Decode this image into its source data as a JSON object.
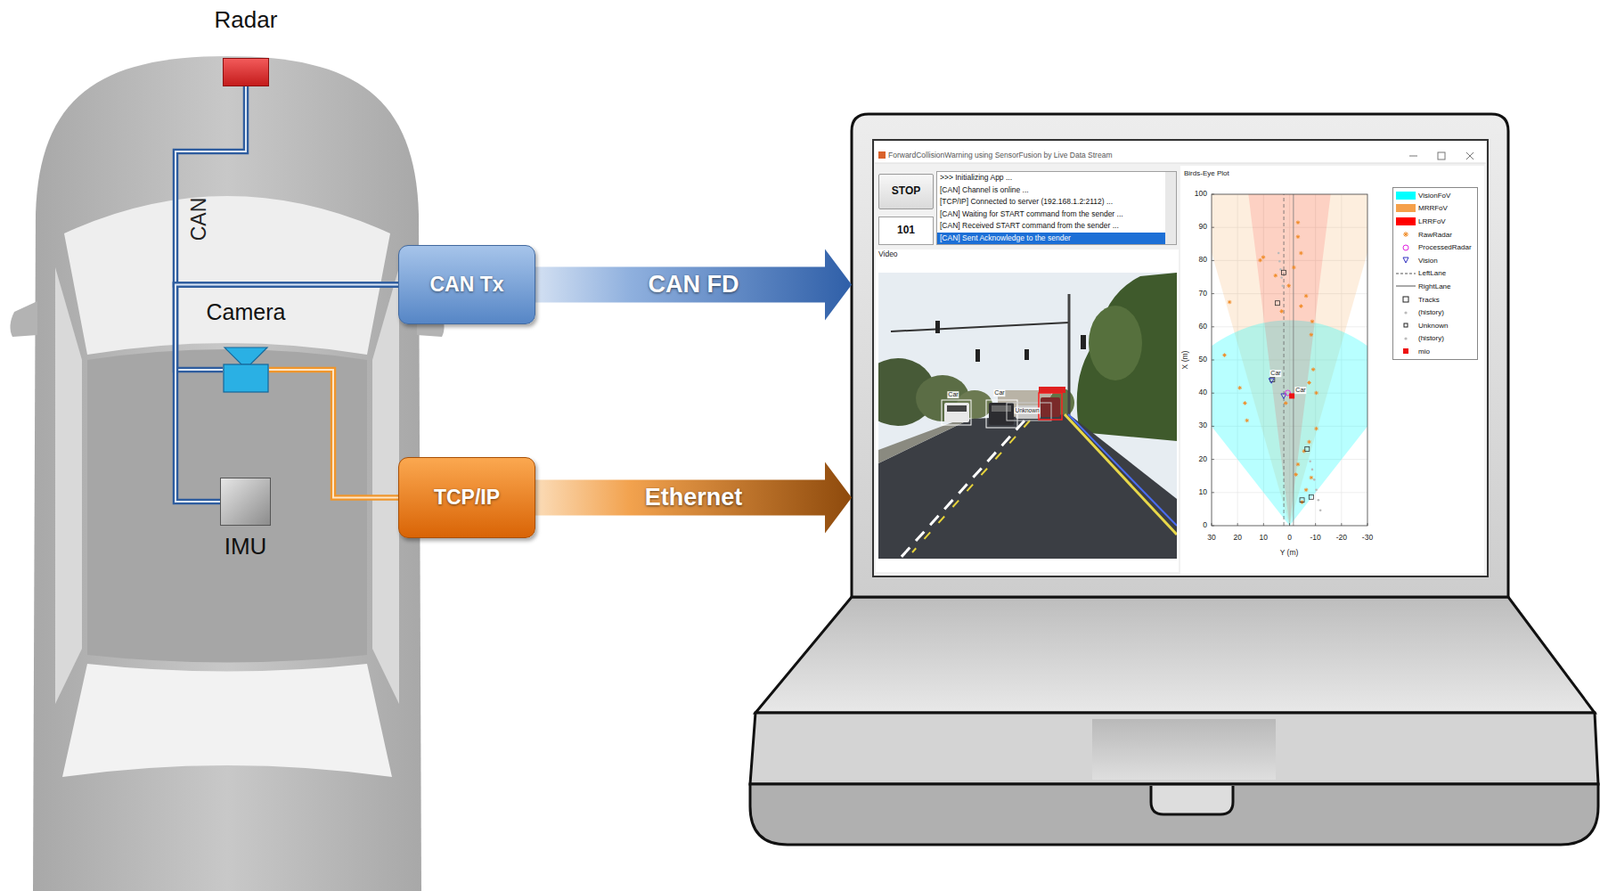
{
  "diagram": {
    "nodes": [
      {
        "text": [
          "Radar"
        ]
      },
      {
        "text": [
          "Camera"
        ]
      },
      {
        "text": [
          "IMU"
        ]
      },
      {
        "text": [
          "CAN Tx"
        ]
      },
      {
        "text": [
          "TCP/IP"
        ]
      },
      {
        "text": [
          "ForwardCollisionWarning using SensorFusion by Live Data Stream"
        ]
      },
      {
        "text": [
          "STOP"
        ],
        "in": 5
      },
      {
        "text": [
          "101"
        ],
        "in": 5
      },
      {
        "text": [
          ">>> Initializing App ...",
          "[CAN] Channel is online ...",
          "[TCP/IP] Connected to server (192.168.1.2:2112) ...",
          "[CAN] Waiting for START command from the sender ...",
          "[CAN] Received START command from the sender ...",
          "[CAN] Sent Acknowledge to the sender"
        ],
        "in": 5
      }
    ],
    "edges": [
      {
        "from": 0,
        "to": 3,
        "arrow": "none",
        "label": "CAN"
      },
      {
        "from": 1,
        "to": 3,
        "arrow": "none"
      },
      {
        "from": 2,
        "to": 3,
        "arrow": "none"
      },
      {
        "from": 1,
        "to": 4,
        "arrow": "none"
      },
      {
        "from": 3,
        "to": 5,
        "arrow": "to",
        "label": "CAN FD"
      },
      {
        "from": 4,
        "to": 5,
        "arrow": "to",
        "label": "Ethernet"
      }
    ],
    "labels": [
      "Video",
      "Car",
      "Car",
      "Unknown",
      "Birds-Eye Plot",
      "100",
      "90",
      "80",
      "70",
      "60",
      "50",
      "40",
      "30",
      "20",
      "10",
      "0",
      "X (m)",
      "30",
      "20",
      "10",
      "0",
      "-10",
      "-20",
      "-30",
      "Y (m)",
      "Car",
      "Car"
    ],
    "legend": [
      {
        "text": "VisionFoV",
        "color": "#00ffff"
      },
      {
        "text": "MRRFoV",
        "color": "#f5a04a"
      },
      {
        "text": "LRRFoV",
        "color": "#ff0000"
      },
      {
        "text": "RawRadar"
      },
      {
        "text": "ProcessedRadar"
      },
      {
        "text": "Vision"
      },
      {
        "text": "LeftLane"
      },
      {
        "text": "RightLane"
      },
      {
        "text": "Tracks"
      },
      {
        "text": "(history)"
      },
      {
        "text": "Unknown"
      },
      {
        "text": "(history)"
      },
      {
        "text": "mio",
        "color": "#ee1111"
      }
    ]
  }
}
